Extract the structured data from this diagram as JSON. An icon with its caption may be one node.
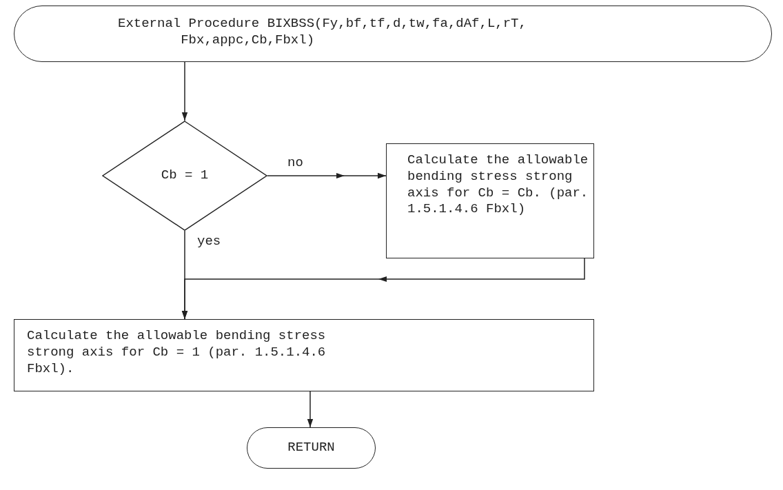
{
  "diagram": {
    "nodes": [
      {
        "text": [
          "External Procedure BIXBSS(Fy,bf,tf,d,tw,fa,dAf,L,rT, Fbx,appc,Cb,Fbxl)"
        ]
      },
      {
        "text": [
          "Cb = 1"
        ]
      },
      {
        "text": [
          "Calculate the allowable bending stress strong axis for Cb = Cb. (par. 1.5.1.4.6 Fbxl)"
        ]
      },
      {
        "text": [
          "Calculate the allowable bending stress strong axis for Cb = 1 (par. 1.5.1.4.6 Fbxl)."
        ]
      },
      {
        "text": [
          "RETURN"
        ]
      }
    ],
    "edges": [
      {
        "from": 0,
        "to": 1,
        "arrow": "to"
      },
      {
        "from": 1,
        "to": 2,
        "arrow": "to",
        "label": "no"
      },
      {
        "from": 1,
        "to": 3,
        "arrow": "to",
        "label": "yes"
      },
      {
        "from": 2,
        "to": 3,
        "arrow": "to"
      },
      {
        "from": 3,
        "to": 4,
        "arrow": "to"
      }
    ]
  }
}
